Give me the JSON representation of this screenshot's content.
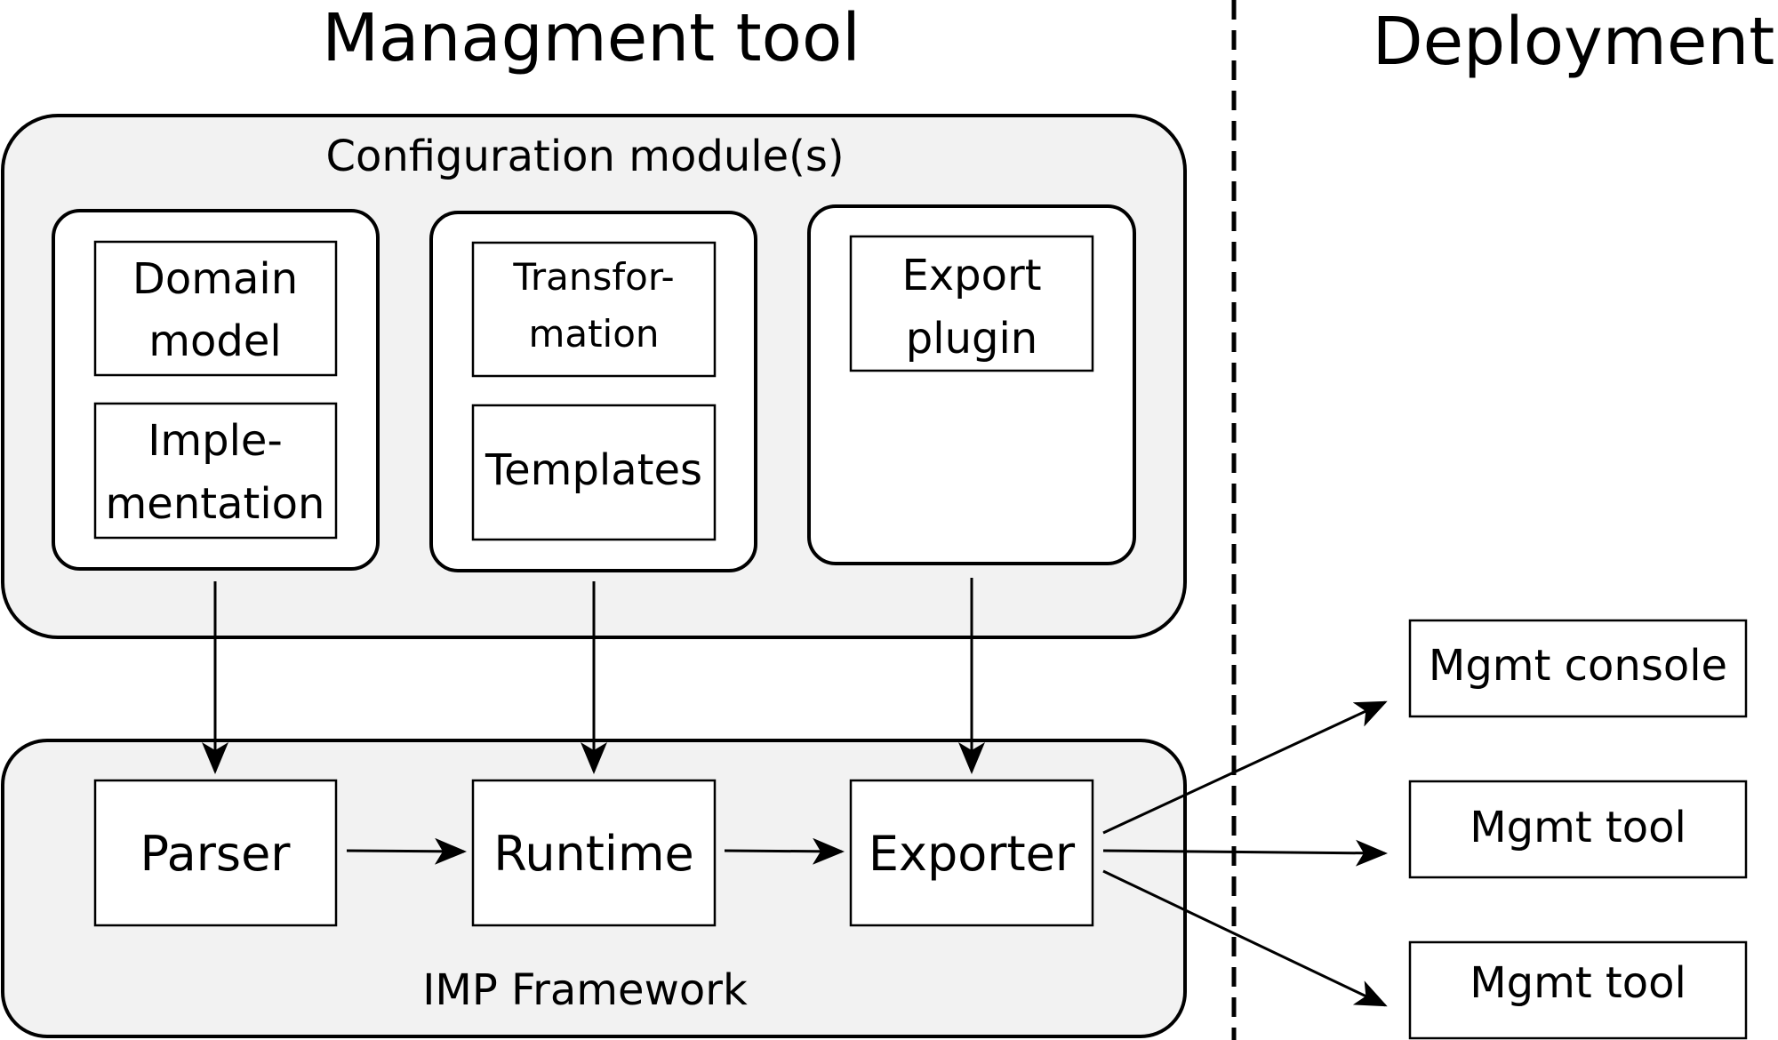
{
  "headings": {
    "left": "Managment tool",
    "right": "Deployment"
  },
  "config_panel": {
    "label": "Configuration module(s)",
    "modules": [
      {
        "boxes": [
          {
            "lines": [
              "Domain",
              "model"
            ]
          },
          {
            "lines": [
              "Imple-",
              "mentation"
            ]
          }
        ]
      },
      {
        "boxes": [
          {
            "lines": [
              "Transfor-",
              "mation"
            ]
          },
          {
            "lines": [
              "Templates"
            ]
          }
        ]
      },
      {
        "boxes": [
          {
            "lines": [
              "Export",
              "plugin"
            ]
          }
        ]
      }
    ]
  },
  "framework_panel": {
    "label": "IMP Framework",
    "components": [
      "Parser",
      "Runtime",
      "Exporter"
    ]
  },
  "deployment_targets": [
    "Mgmt console",
    "Mgmt tool",
    "Mgmt tool"
  ]
}
